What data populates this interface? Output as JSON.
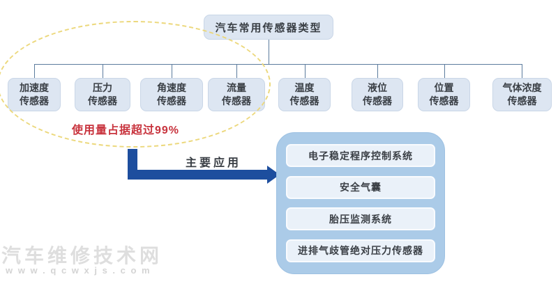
{
  "header": {
    "title": "汽车常用传感器类型"
  },
  "sensors": [
    {
      "label": "加速度\n传感器"
    },
    {
      "label": "压力\n传感器"
    },
    {
      "label": "角速度\n传感器"
    },
    {
      "label": "流量\n传感器"
    },
    {
      "label": "温度\n传感器"
    },
    {
      "label": "液位\n传感器"
    },
    {
      "label": "位置\n传感器"
    },
    {
      "label": "气体浓度\n传感器"
    }
  ],
  "highlight": {
    "note": "使用量占据超过99%",
    "note_color": "#c8333d",
    "ellipse_color": "#ecd87c"
  },
  "arrow": {
    "label": "主要应用",
    "color": "#1d4e9e"
  },
  "applications": {
    "items": [
      "电子稳定程序控制系统",
      "安全气囊",
      "胎压监测系统",
      "进排气歧管绝对压力传感器"
    ],
    "panel_color": "#abcbe8",
    "item_color": "#eaf1f9"
  },
  "watermark": {
    "site_name": "汽车维修技术网",
    "site_url": "w w w . q c w x j s . c o m"
  },
  "colors": {
    "node_fill": "#dde6f2",
    "connector": "#5b7b9d",
    "background": "#ffffff"
  }
}
